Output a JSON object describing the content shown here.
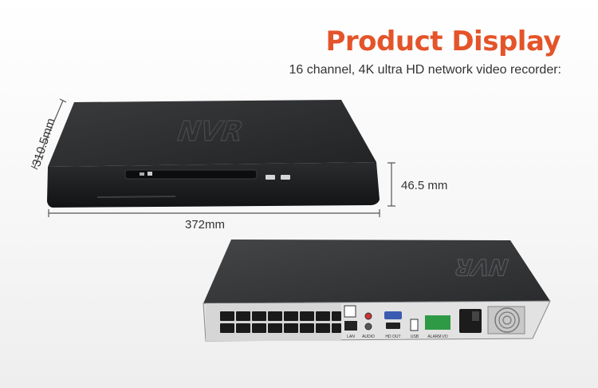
{
  "header": {
    "title": "Product Display",
    "subtitle": "16 channel, 4K ultra HD network video recorder:"
  },
  "dimensions": {
    "depth": "310.5mm",
    "height": "46.5 mm",
    "width": "372mm"
  },
  "product": {
    "lid_logo": "NVR",
    "rear_labels": [
      "LAN",
      "AUDIO",
      "HD OUT",
      "USB",
      "ALARM I/O"
    ]
  }
}
